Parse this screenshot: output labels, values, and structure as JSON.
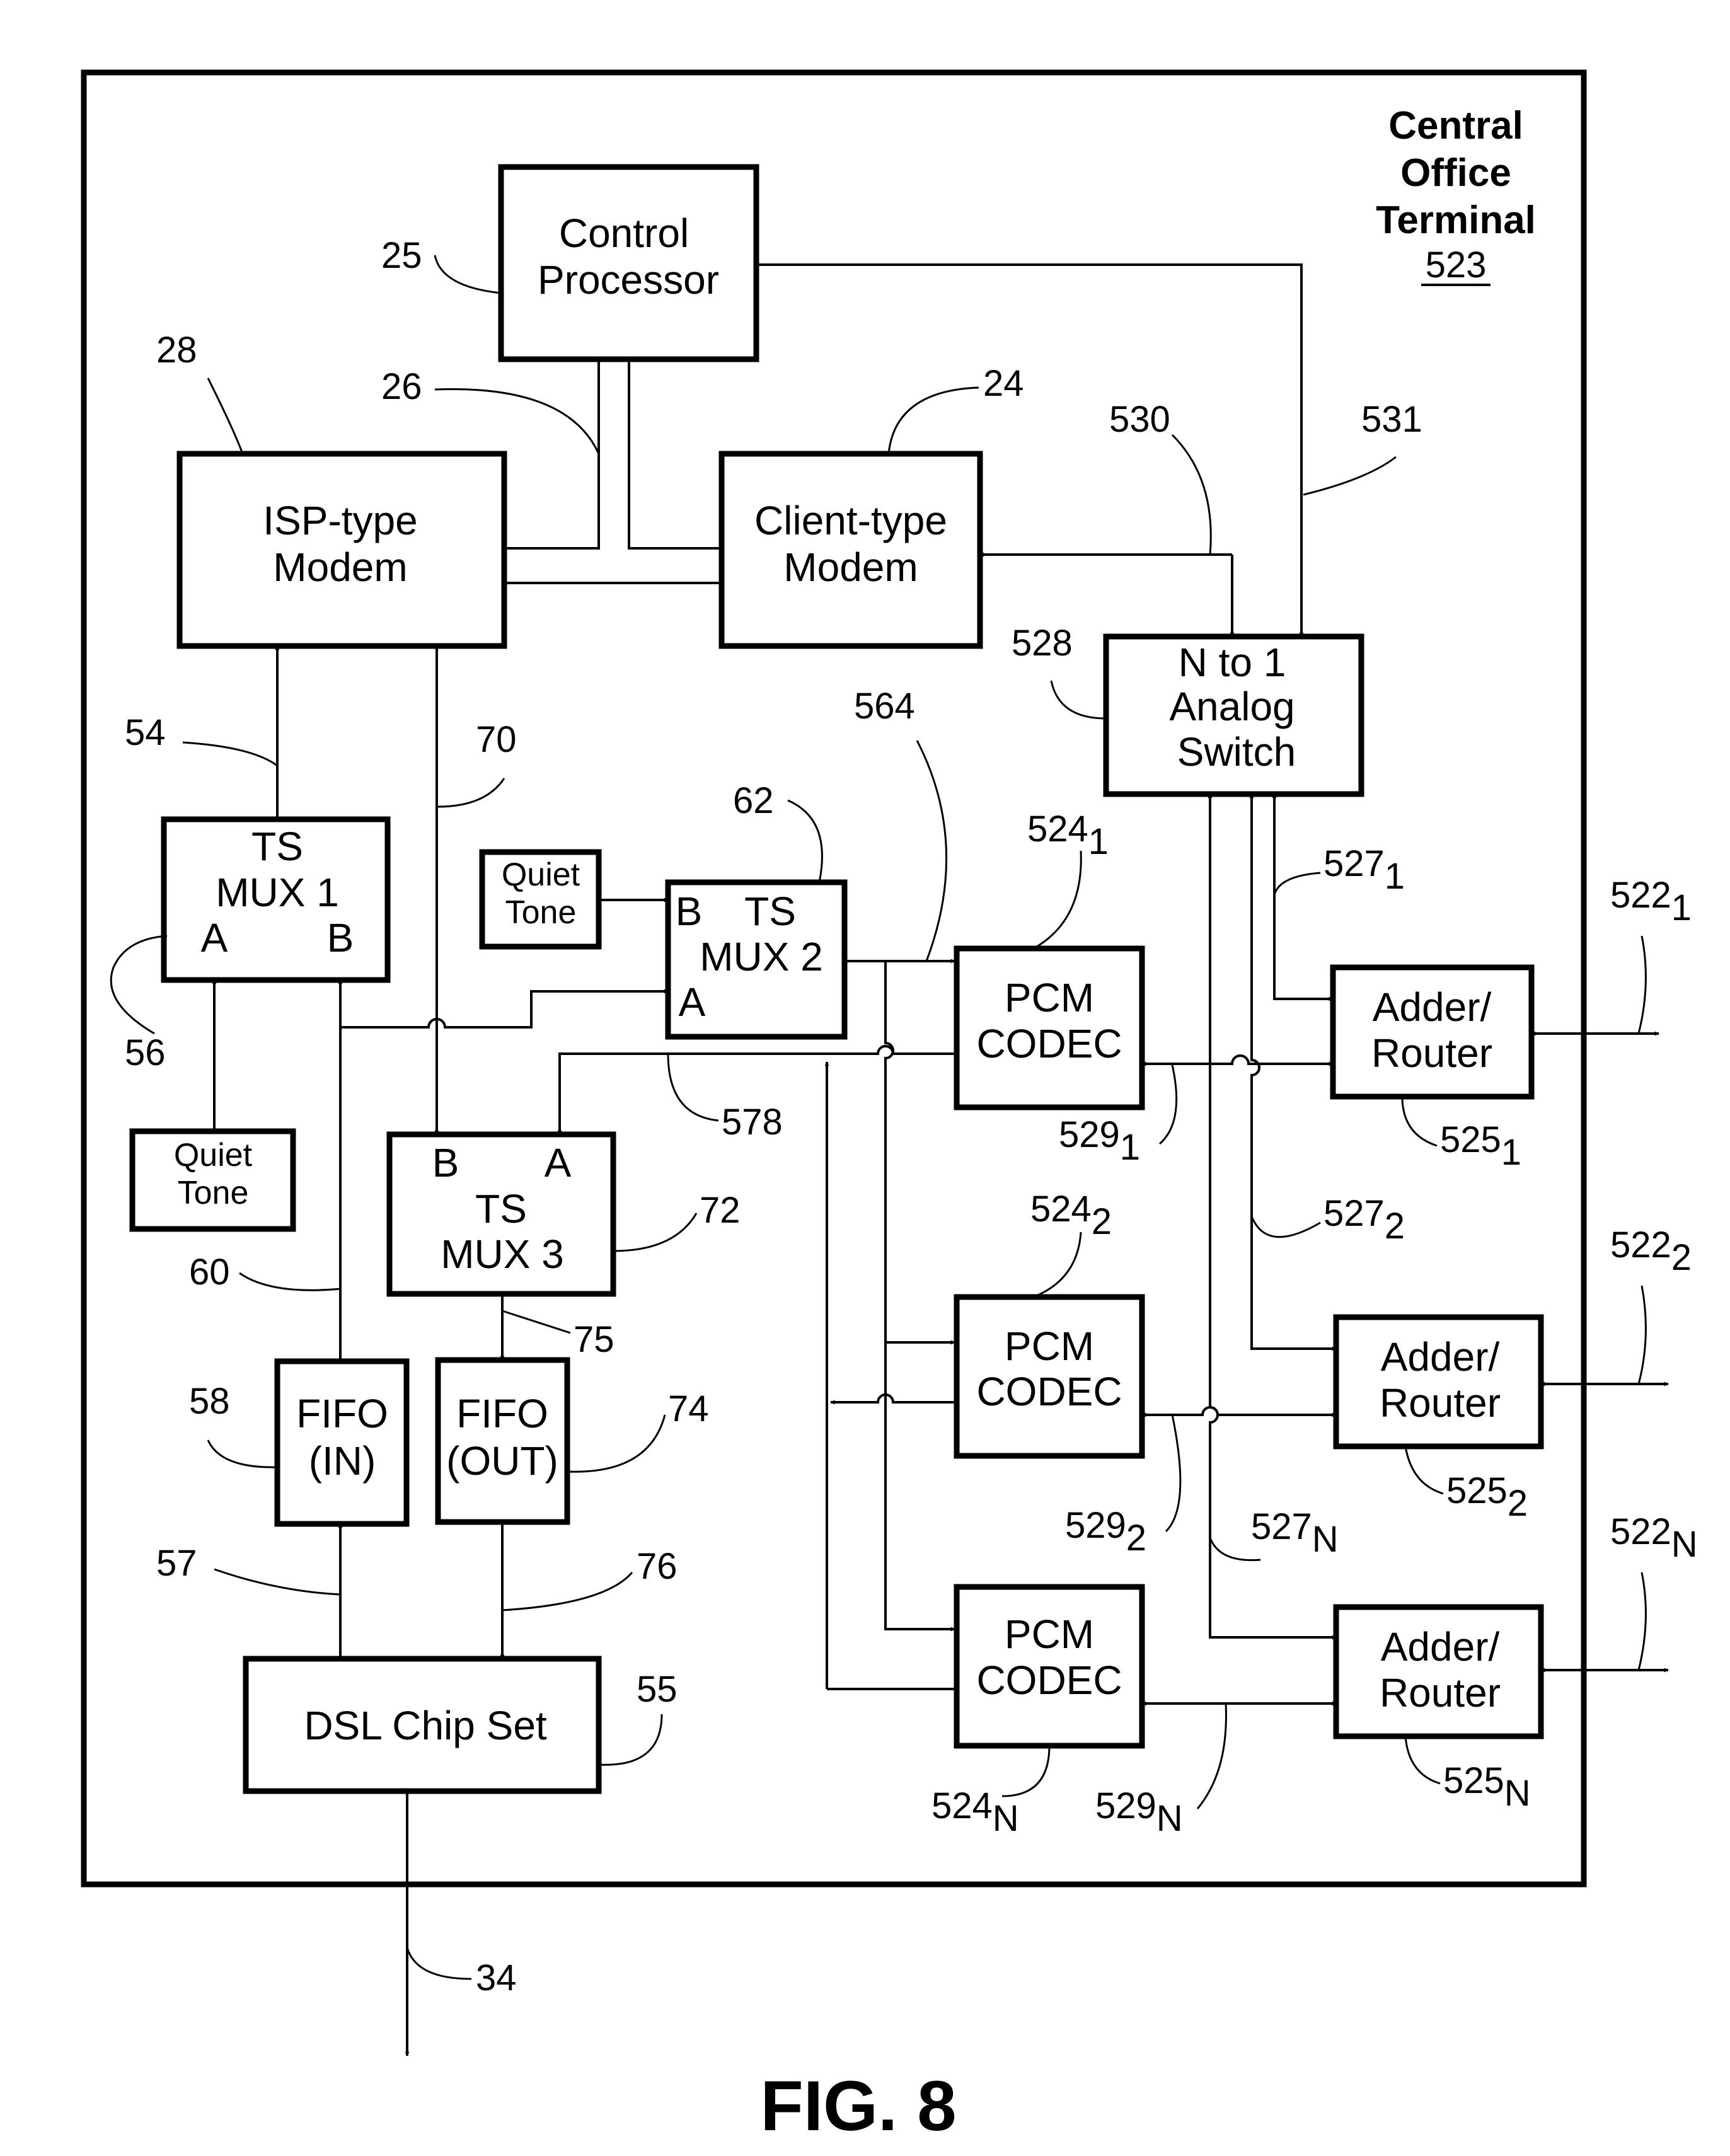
{
  "figure_label": "FIG. 8",
  "terminal": {
    "lines": [
      "Central",
      "Office",
      "Terminal"
    ],
    "ref": "523"
  },
  "blocks": {
    "control_processor": {
      "lines": [
        "Control",
        "Processor"
      ],
      "ref": "25"
    },
    "isp_modem": {
      "lines": [
        "ISP-type",
        "Modem"
      ],
      "ref": "28"
    },
    "client_modem": {
      "lines": [
        "Client-type",
        "Modem"
      ],
      "ref": "24"
    },
    "analog_switch": {
      "lines": [
        "N to 1",
        "Analog",
        "Switch"
      ],
      "ref": "528"
    },
    "ts_mux1": {
      "lines": [
        "TS",
        "MUX 1"
      ],
      "port_a": "A",
      "port_b": "B",
      "ref": "56"
    },
    "ts_mux2": {
      "lines": [
        "TS",
        "MUX 2"
      ],
      "port_a": "A",
      "port_b": "B",
      "ref": "62"
    },
    "ts_mux3": {
      "lines": [
        "TS",
        "MUX 3"
      ],
      "port_a": "A",
      "port_b": "B",
      "ref": "72"
    },
    "quiet_tone_1": {
      "lines": [
        "Quiet",
        "Tone"
      ]
    },
    "quiet_tone_2": {
      "lines": [
        "Quiet",
        "Tone"
      ]
    },
    "fifo_in": {
      "lines": [
        "FIFO",
        "(IN)"
      ],
      "ref": "58"
    },
    "fifo_out": {
      "lines": [
        "FIFO",
        "(OUT)"
      ],
      "ref": "74"
    },
    "dsl_chip_set": {
      "label": "DSL Chip Set",
      "ref": "55"
    },
    "pcm_codec_1": {
      "lines": [
        "PCM",
        "CODEC"
      ],
      "ref": "524",
      "sub": "1"
    },
    "pcm_codec_2": {
      "lines": [
        "PCM",
        "CODEC"
      ],
      "ref": "524",
      "sub": "2"
    },
    "pcm_codec_n": {
      "lines": [
        "PCM",
        "CODEC"
      ],
      "ref": "524",
      "sub": "N"
    },
    "adder_router_1": {
      "lines": [
        "Adder/",
        "Router"
      ],
      "ref": "525",
      "sub": "1"
    },
    "adder_router_2": {
      "lines": [
        "Adder/",
        "Router"
      ],
      "ref": "525",
      "sub": "2"
    },
    "adder_router_n": {
      "lines": [
        "Adder/",
        "Router"
      ],
      "ref": "525",
      "sub": "N"
    }
  },
  "refs": {
    "r26": "26",
    "r54": "54",
    "r70": "70",
    "r564": "564",
    "r530": "530",
    "r531": "531",
    "r578": "578",
    "r60": "60",
    "r75": "75",
    "r57": "57",
    "r76": "76",
    "r34": "34"
  },
  "sub_refs": {
    "r527_1": {
      "ref": "527",
      "sub": "1"
    },
    "r527_2": {
      "ref": "527",
      "sub": "2"
    },
    "r527_n": {
      "ref": "527",
      "sub": "N"
    },
    "r529_1": {
      "ref": "529",
      "sub": "1"
    },
    "r529_2": {
      "ref": "529",
      "sub": "2"
    },
    "r529_n": {
      "ref": "529",
      "sub": "N"
    },
    "r522_1": {
      "ref": "522",
      "sub": "1"
    },
    "r522_2": {
      "ref": "522",
      "sub": "2"
    },
    "r522_n": {
      "ref": "522",
      "sub": "N"
    }
  }
}
